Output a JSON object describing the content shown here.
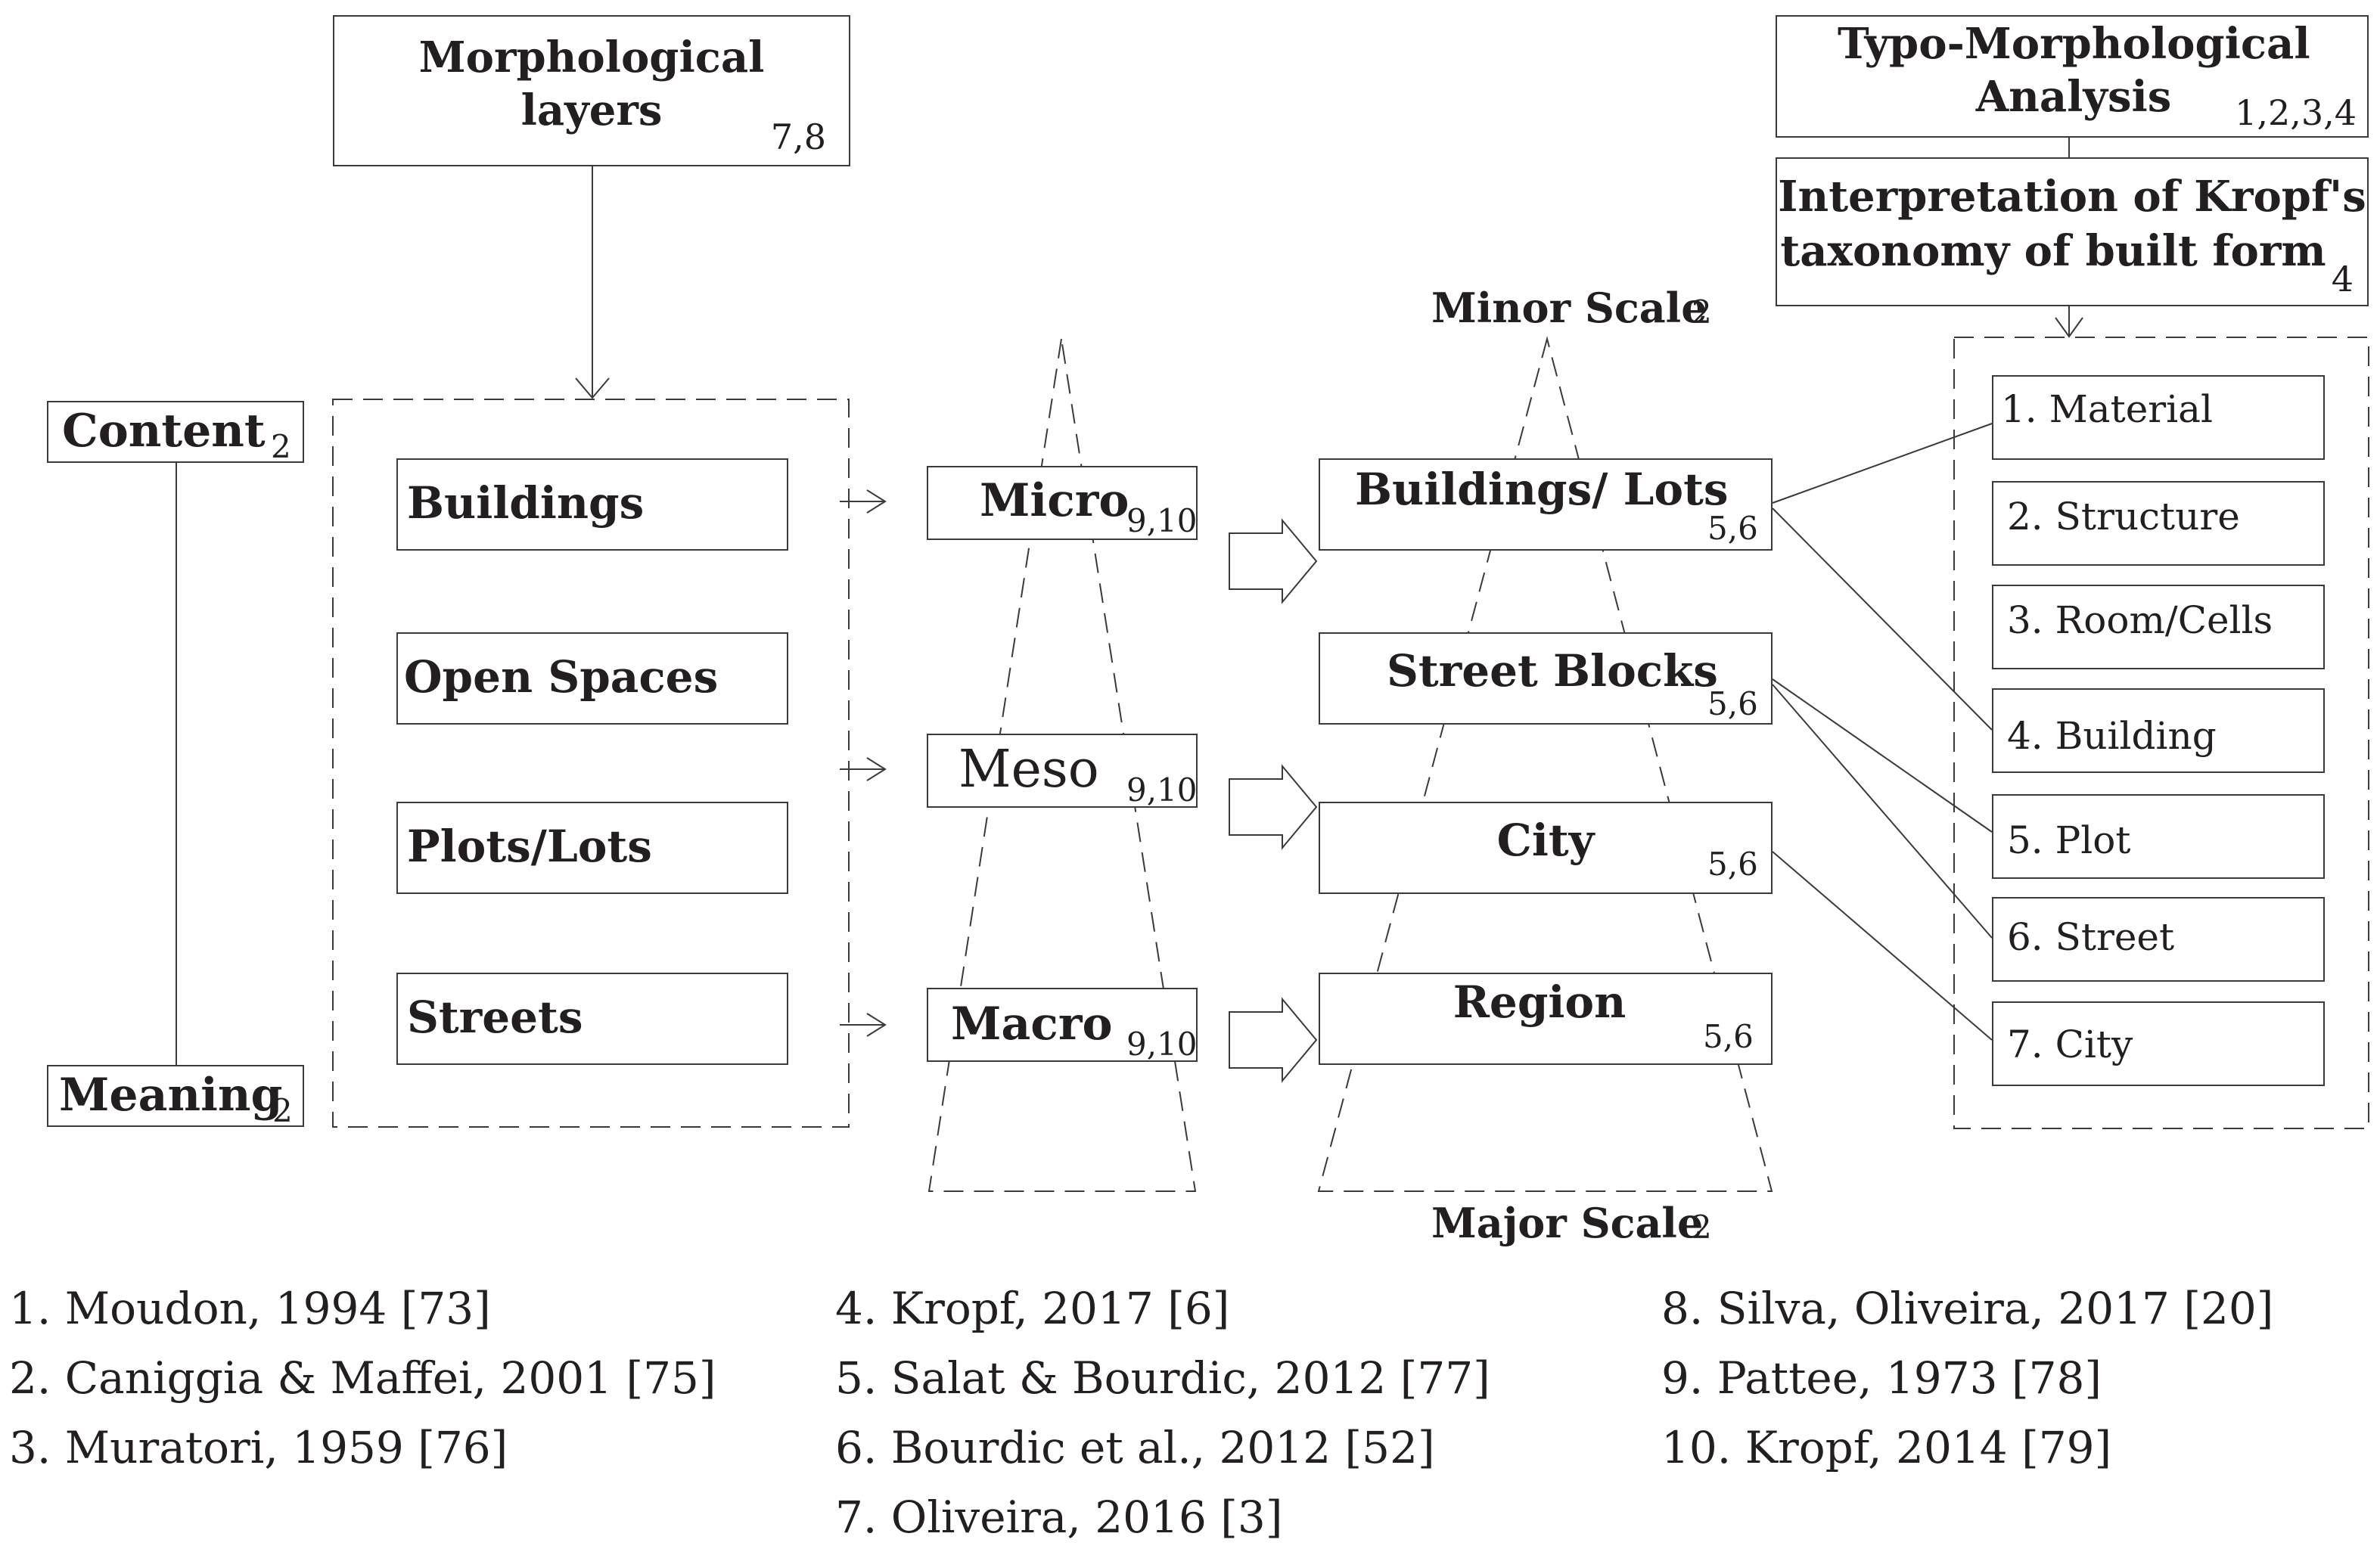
{
  "morph_layers": {
    "title_line1": "Morphological",
    "title_line2": "layers",
    "refs": "7,8"
  },
  "typo": {
    "title_line1": "Typo-Morphological",
    "title_line2": "Analysis",
    "refs": "1,2,3,4"
  },
  "kropf": {
    "title_line1": "Interpretation of Kropf's",
    "title_line2": "taxonomy of built form",
    "refs": "4"
  },
  "content": {
    "label": "Content",
    "ref": "2"
  },
  "meaning": {
    "label": "Meaning",
    "ref": "2"
  },
  "layers": [
    "Buildings",
    "Open Spaces",
    "Plots/Lots",
    "Streets"
  ],
  "levels": [
    {
      "label": "Micro",
      "refs": "9,10"
    },
    {
      "label": "Meso",
      "refs": "9,10"
    },
    {
      "label": "Macro",
      "refs": "9,10"
    }
  ],
  "scale_top": {
    "label": "Minor Scale",
    "ref": "2"
  },
  "scale_bottom": {
    "label": "Major Scale",
    "ref": "2"
  },
  "scales": [
    {
      "label": "Buildings/ Lots",
      "refs": "5,6"
    },
    {
      "label": "Street Blocks",
      "refs": "5,6"
    },
    {
      "label": "City",
      "refs": "5,6"
    },
    {
      "label": "Region",
      "refs": "5,6"
    }
  ],
  "kropf_levels": [
    "1. Material",
    "2. Structure",
    "3. Room/Cells",
    "4. Building",
    "5. Plot",
    "6. Street",
    "7. City"
  ],
  "references": {
    "col1": [
      "1. Moudon, 1994 [73]",
      "2. Caniggia & Maffei, 2001 [75]",
      "3. Muratori, 1959 [76]"
    ],
    "col2": [
      "4. Kropf, 2017 [6]",
      "5. Salat & Bourdic, 2012 [77]",
      "6. Bourdic et al., 2012 [52]",
      "7. Oliveira, 2016 [3]"
    ],
    "col3": [
      "8. Silva, Oliveira, 2017 [20]",
      "9. Pattee, 1973 [78]",
      "10. Kropf, 2014 [79]"
    ]
  },
  "colors": {
    "line": "#3a3a3a",
    "text": "#231f20",
    "background": "#ffffff"
  }
}
